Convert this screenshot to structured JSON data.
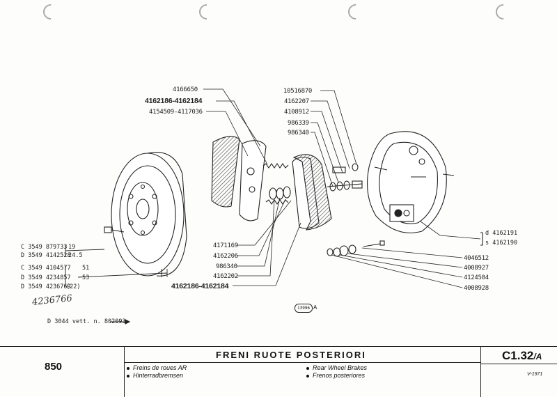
{
  "parts_top": [
    {
      "id": "p1",
      "text": "4166650",
      "bold": false
    },
    {
      "id": "p2",
      "text": "4162186-4162184",
      "bold": true
    },
    {
      "id": "p3",
      "text": "4154509-4117036",
      "bold": false
    },
    {
      "id": "p4",
      "text": "10516870",
      "bold": false
    },
    {
      "id": "p5",
      "text": "4162207",
      "bold": false
    },
    {
      "id": "p6",
      "text": "4108912",
      "bold": false
    },
    {
      "id": "p7",
      "text": "986339",
      "bold": false
    },
    {
      "id": "p8",
      "text": "986340",
      "bold": false
    }
  ],
  "parts_bottom": [
    {
      "id": "b1",
      "text": "4171169",
      "bold": false
    },
    {
      "id": "b2",
      "text": "4162206",
      "bold": false
    },
    {
      "id": "b3",
      "text": "986340",
      "bold": false
    },
    {
      "id": "b4",
      "text": "4162202",
      "bold": false
    },
    {
      "id": "b5",
      "text": "4162186-4162184",
      "bold": true
    }
  ],
  "parts_right": [
    {
      "id": "r1",
      "text": "4046512"
    },
    {
      "id": "r2",
      "text": "4008927"
    },
    {
      "id": "r3",
      "text": "4124504"
    },
    {
      "id": "r4",
      "text": "4008928"
    }
  ],
  "plate_variants": [
    {
      "id": "v1",
      "text": "d 4162191"
    },
    {
      "id": "v2",
      "text": "s 4162190"
    }
  ],
  "drum_refs": [
    {
      "id": "d1",
      "text": "C 3549  879733",
      "dim": "19"
    },
    {
      "id": "d2",
      "text": "D 3549  4142528",
      "dim": "24.5"
    },
    {
      "id": "d3",
      "text": "C 3549  4104577",
      "dim": "51"
    },
    {
      "id": "d4",
      "text": "D 3549  4234857",
      "dim": "53"
    },
    {
      "id": "d5",
      "text": "D 3549  4236769",
      "dim": "(22)"
    }
  ],
  "handwritten": "4236766",
  "vehicle_note": "D 3044 vett. n. 802093",
  "drawing_badge": "13996",
  "drawing_letter": "A",
  "footer": {
    "model": "850",
    "title": "FRENI RUOTE POSTERIORI",
    "lang_fr": "Freins de roues AR",
    "lang_de": "Hinterradbremsen",
    "lang_en": "Rear Wheel Brakes",
    "lang_es": "Frenos posteriores",
    "code": "C1.32",
    "code_suffix": "/A",
    "date": "V-1971"
  }
}
